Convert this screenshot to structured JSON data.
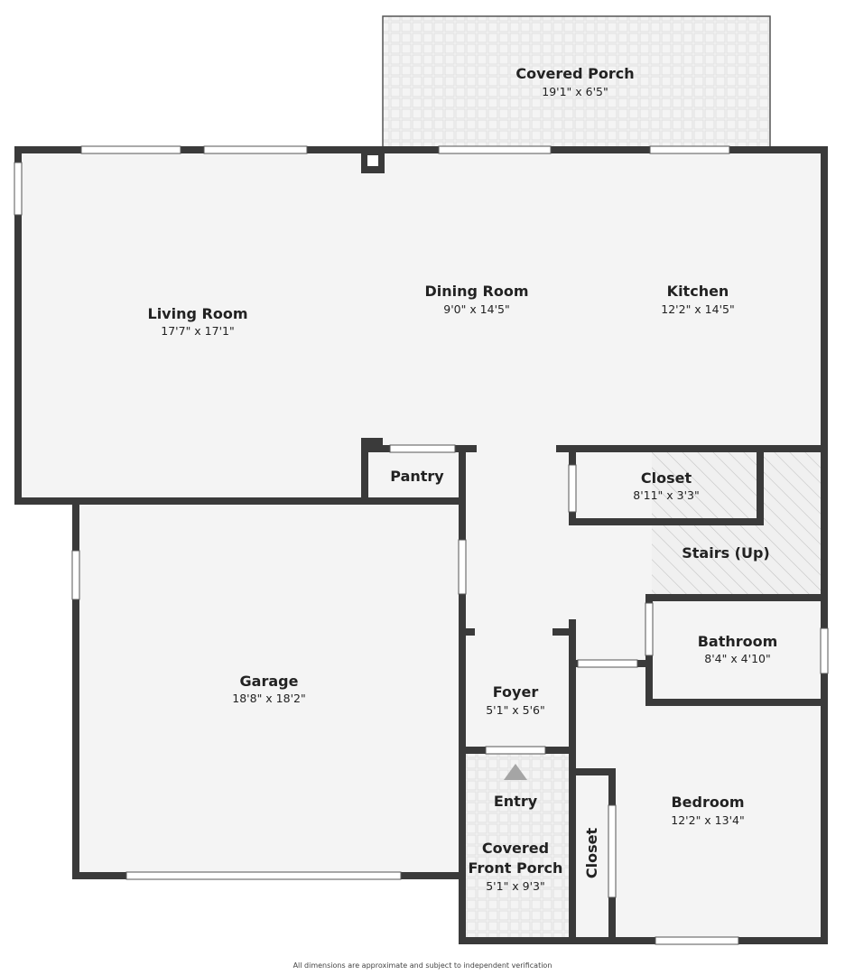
{
  "rooms": {
    "covered_porch": {
      "name": "Covered Porch",
      "dim": "19'1\" x 6'5\""
    },
    "living_room": {
      "name": "Living Room",
      "dim": "17'7\" x 17'1\""
    },
    "dining_room": {
      "name": "Dining Room",
      "dim": "9'0\" x 14'5\""
    },
    "kitchen": {
      "name": "Kitchen",
      "dim": "12'2\" x 14'5\""
    },
    "pantry": {
      "name": "Pantry"
    },
    "closet_upper": {
      "name": "Closet",
      "dim": "8'11\" x 3'3\""
    },
    "stairs": {
      "name": "Stairs (Up)"
    },
    "bathroom": {
      "name": "Bathroom",
      "dim": "8'4\" x 4'10\""
    },
    "garage": {
      "name": "Garage",
      "dim": "18'8\" x 18'2\""
    },
    "foyer": {
      "name": "Foyer",
      "dim": "5'1\" x 5'6\""
    },
    "entry": {
      "name": "Entry"
    },
    "front_porch": {
      "name_line1": "Covered",
      "name_line2": "Front Porch",
      "dim": "5'1\" x 9'3\""
    },
    "bedroom": {
      "name": "Bedroom",
      "dim": "12'2\" x 13'4\""
    },
    "closet_bedroom": {
      "name": "Closet"
    }
  },
  "footer": {
    "disclaimer": "All dimensions are approximate and subject to independent verification"
  },
  "colors": {
    "wall": "#3a3a3a",
    "floor": "#f4f4f4",
    "window": "#ffffff",
    "stairs_hatch": "#c8c8c8"
  },
  "icons": {
    "entry_marker": "triangle-up-icon"
  }
}
